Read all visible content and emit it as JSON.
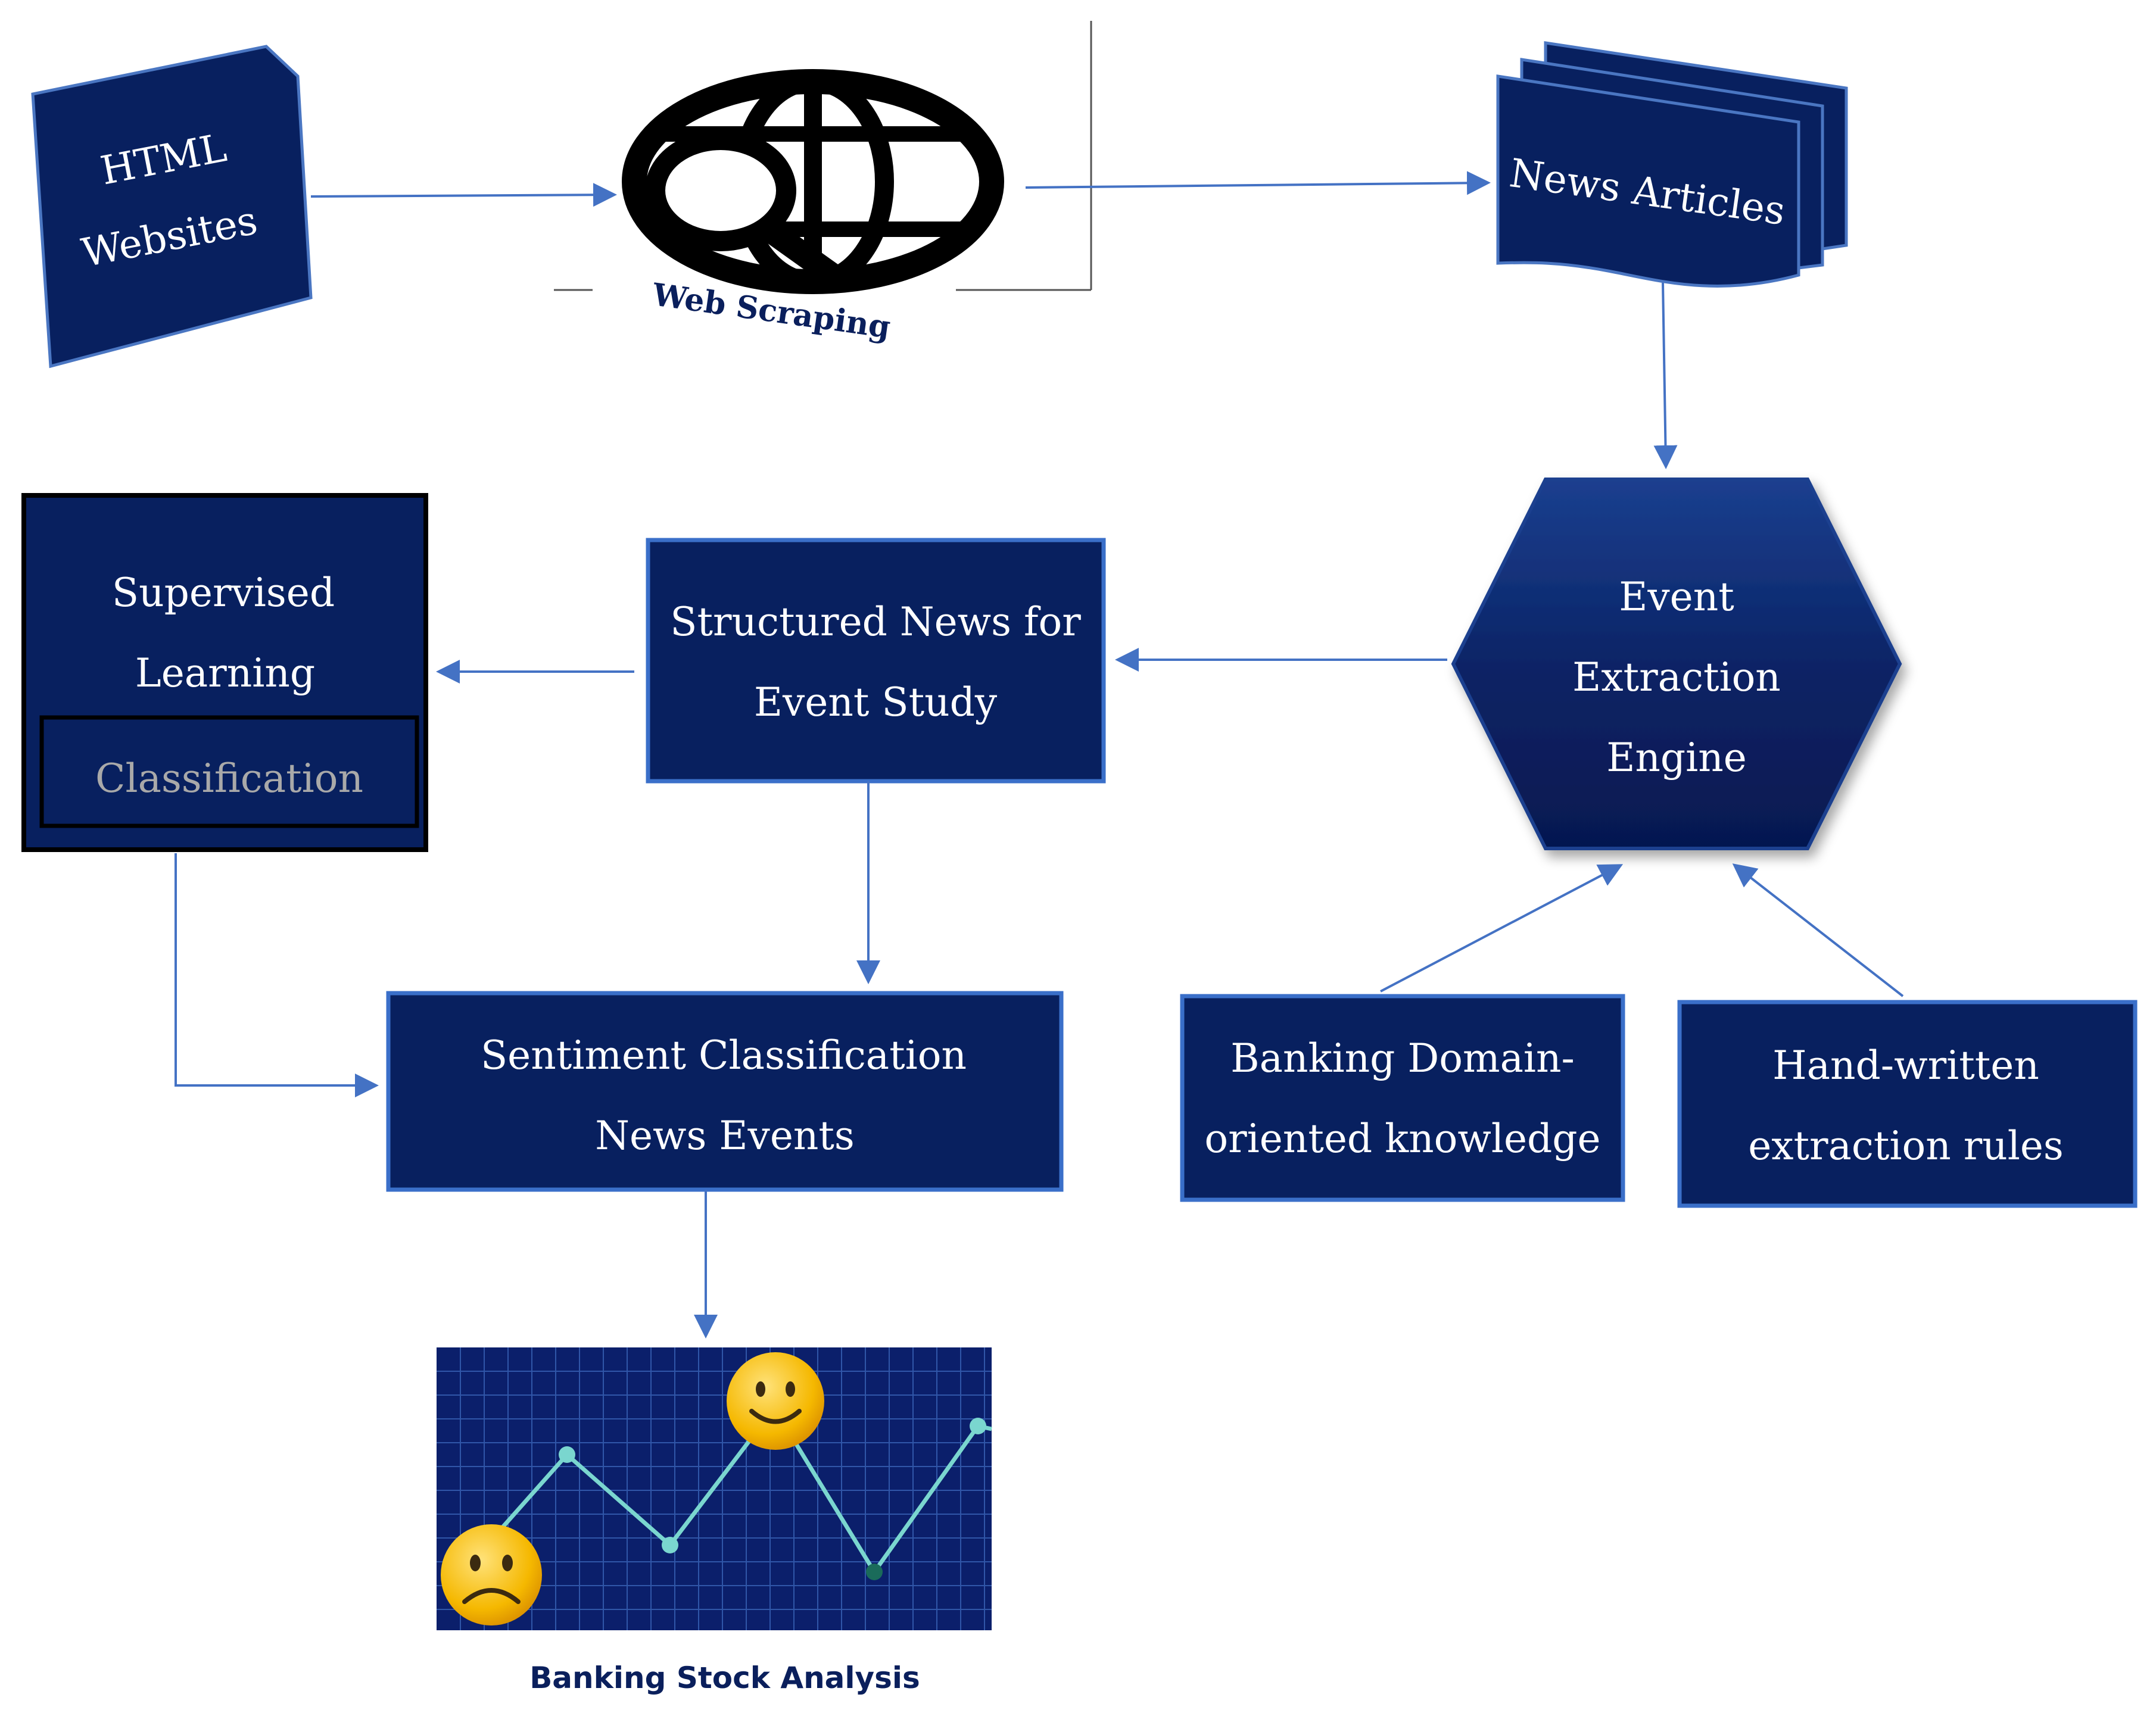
{
  "colors": {
    "box_fill": "#08205f",
    "box_border": "#3a6fc9",
    "arrow": "#4472c4",
    "chart_bg": "#0b1f6b",
    "chart_line": "#7ad6cf",
    "caption": "#0a1f5c"
  },
  "nodes": {
    "html_websites": {
      "line1": "HTML",
      "line2": "Websites"
    },
    "web_scraping": {
      "icon": "globe-search-icon",
      "caption": "Web Scraping"
    },
    "news_articles": {
      "label": "News Articles"
    },
    "event_engine": {
      "line1": "Event",
      "line2": "Extraction",
      "line3": "Engine"
    },
    "structured_news": {
      "line1": "Structured News for",
      "line2": "Event Study"
    },
    "supervised": {
      "line1": "Supervised",
      "line2": "Learning",
      "sub": "Classification"
    },
    "sentiment": {
      "line1": "Sentiment Classification",
      "line2": "News Events"
    },
    "banking_domain": {
      "line1": "Banking Domain-",
      "line2": "oriented knowledge"
    },
    "hand_written": {
      "line1": "Hand-written",
      "line2": "extraction rules"
    },
    "stock_analysis": {
      "caption": "Banking Stock Analysis",
      "sad_icon": "sad-face-icon",
      "happy_icon": "happy-face-icon"
    }
  }
}
